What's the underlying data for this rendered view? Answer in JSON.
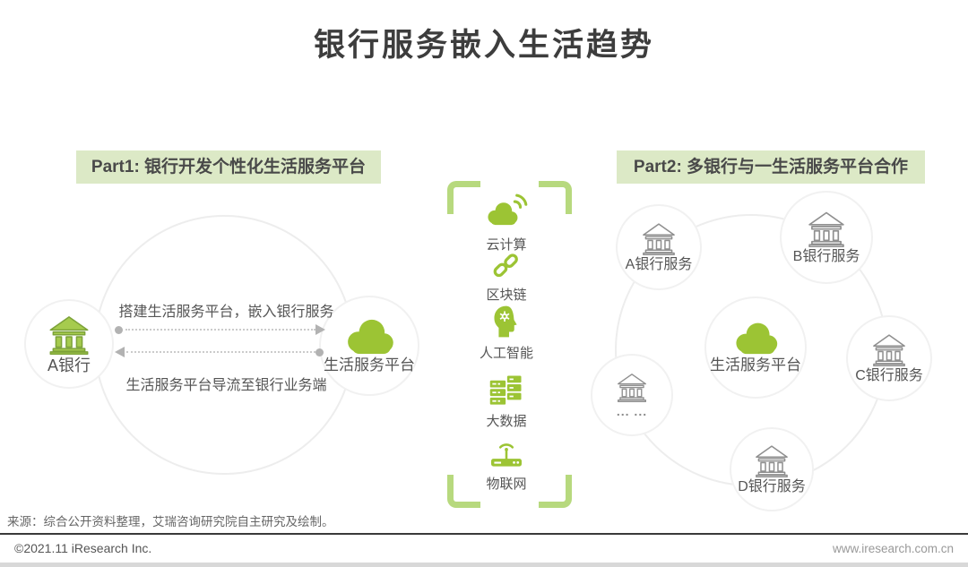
{
  "title": "银行服务嵌入生活趋势",
  "part1": {
    "header": "Part1: 银行开发个性化生活服务平台",
    "bank_label": "A银行",
    "platform_label": "生活服务平台",
    "flow_top": "搭建生活服务平台，嵌入银行服务",
    "flow_bottom": "生活服务平台导流至银行业务端"
  },
  "tech_stack": {
    "items": [
      {
        "icon": "cloud-computing-icon",
        "label": "云计算"
      },
      {
        "icon": "blockchain-icon",
        "label": "区块链"
      },
      {
        "icon": "artificial-intelligence-icon",
        "label": "人工智能"
      },
      {
        "icon": "big-data-icon",
        "label": "大数据"
      },
      {
        "icon": "iot-icon",
        "label": "物联网"
      }
    ]
  },
  "part2": {
    "header": "Part2: 多银行与一生活服务平台合作",
    "center": {
      "label": "生活服务平台"
    },
    "satellites": [
      {
        "label": "A银行服务"
      },
      {
        "label": "B银行服务"
      },
      {
        "label": "C银行服务"
      },
      {
        "label": "D银行服务"
      },
      {
        "label": "... ..."
      }
    ]
  },
  "footer": {
    "source": "来源：综合公开资料整理，艾瑞咨询研究院自主研究及绘制。",
    "copyright": "©2021.11 iResearch Inc.",
    "website": "www.iresearch.com.cn"
  },
  "colors": {
    "accent_green": "#9cc434",
    "bracket_green": "#b7d97e",
    "header_bg": "#dce9c6",
    "icon_gray": "#8f8f8f",
    "title_text": "#3d3d3d",
    "body_text": "#555555"
  }
}
